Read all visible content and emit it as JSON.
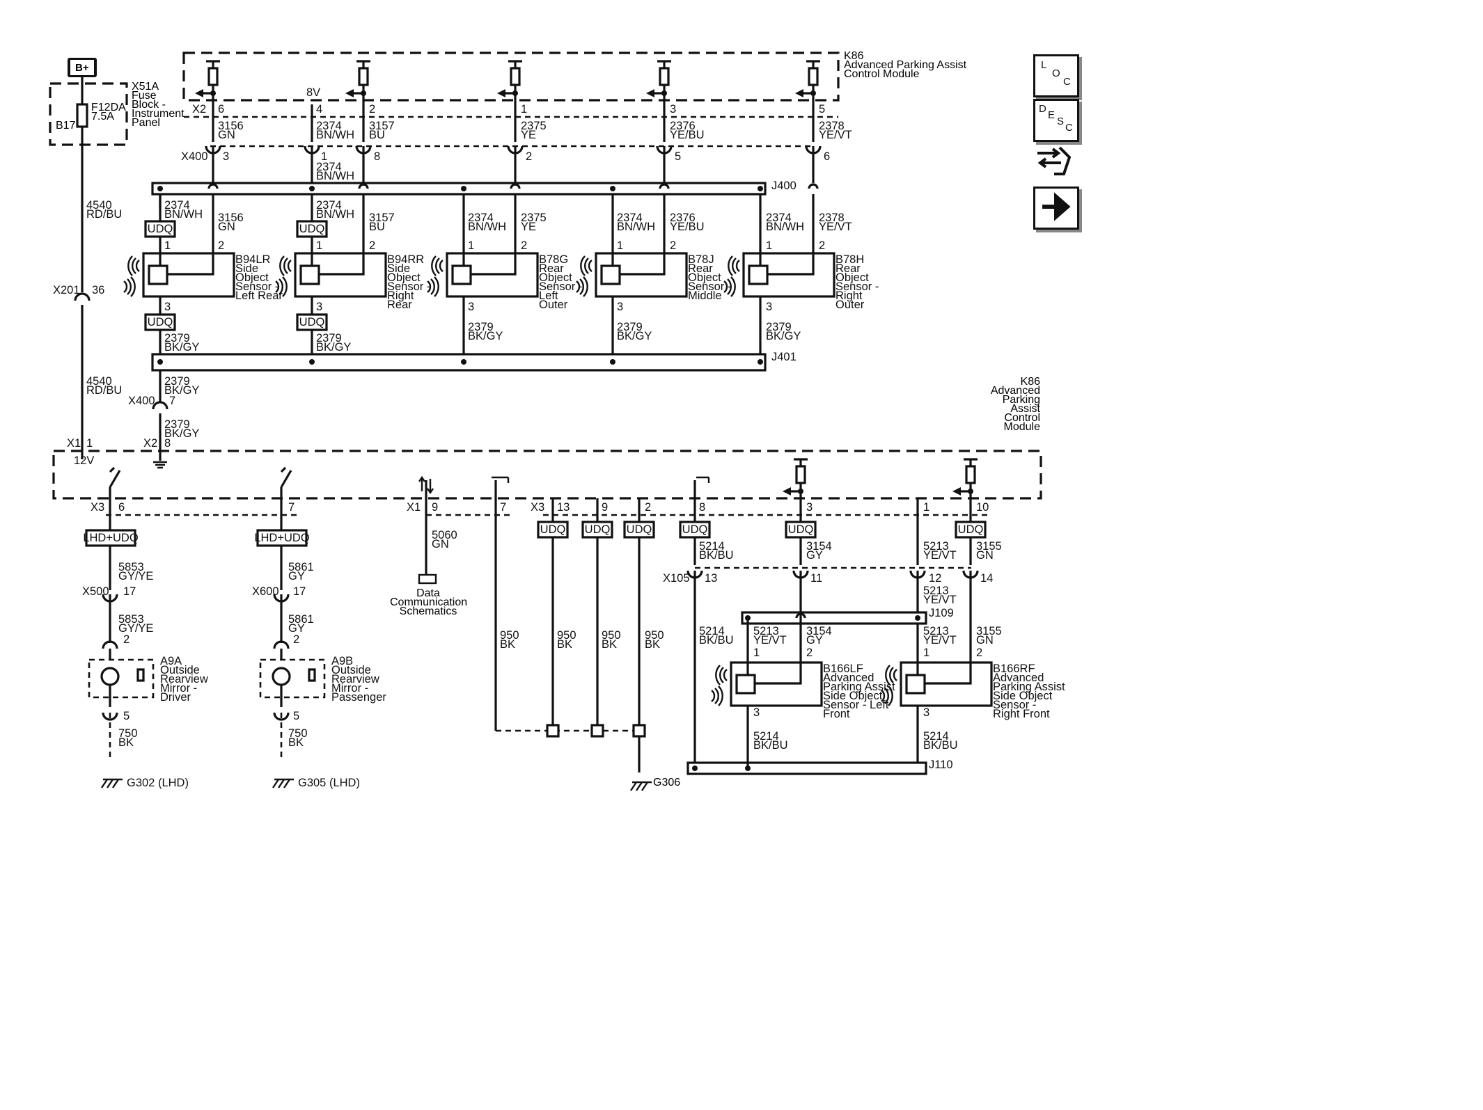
{
  "power": {
    "bplus": "B+",
    "fuse_block": "X51A\nFuse\nBlock -\nInstrument\nPanel",
    "fuse": "F12DA\n7.5A",
    "fuse_pin": "B17"
  },
  "k86_top": "K86\nAdvanced Parking Assist\nControl Module",
  "k86_bottom": "K86\nAdvanced\nParking\nAssist\nControl\nModule",
  "sensors_rear": [
    {
      "name": "B94LR\nSide\nObject\nSensor -\nLeft Rear"
    },
    {
      "name": "B94RR\nSide\nObject\nSensor -\nRight\nRear"
    },
    {
      "name": "B78G\nRear\nObject\nSensor -\nLeft\nOuter"
    },
    {
      "name": "B78J\nRear\nObject\nSensor -\nMiddle"
    },
    {
      "name": "B78H\nRear\nObject\nSensor -\nRight\nOuter"
    }
  ],
  "sensors_front": [
    {
      "name": "B166LF\nAdvanced\nParking Assist\nSide Object\nSensor - Left\nFront"
    },
    {
      "name": "B166RF\nAdvanced\nParking Assist\nSide Object\nSensor -\nRight Front"
    }
  ],
  "mirrors": [
    {
      "name": "A9A\nOutside\nRearview\nMirror -\nDriver",
      "ground": "G302  (LHD)"
    },
    {
      "name": "A9B\nOutside\nRearview\nMirror -\nPassenger",
      "ground": "G305  (LHD)"
    }
  ],
  "labels": {
    "udq": "UDQ",
    "lhd_udq": "LHD+UDQ",
    "v8": "8V",
    "v12": "12V",
    "j400": "J400",
    "j401": "J401",
    "j109": "J109",
    "j110": "J110",
    "g306": "G306",
    "data_comm": "Data\nCommunication\nSchematics"
  },
  "connectors": {
    "x2": "X2",
    "x400": "X400",
    "x201": "X201",
    "x1": "X1",
    "x3": "X3",
    "x500": "X500",
    "x600": "X600",
    "x105": "X105"
  },
  "nav": {
    "loc": "LOC",
    "desc": "DESC"
  },
  "texts": [
    [
      "X2",
      276,
      162
    ],
    [
      "6",
      313,
      162
    ],
    [
      "4",
      454,
      162
    ],
    [
      "2",
      530,
      162
    ],
    [
      "1",
      748,
      162
    ],
    [
      "3",
      962,
      162
    ],
    [
      "5",
      1176,
      162
    ],
    [
      "8V",
      440,
      138
    ],
    [
      "3156\nGN",
      313,
      186
    ],
    [
      "2374\nBN/WH",
      454,
      186
    ],
    [
      "3157\nBU",
      530,
      186
    ],
    [
      "2375\nYE",
      748,
      186
    ],
    [
      "2376\nYE/BU",
      962,
      186
    ],
    [
      "2378\nYE/VT",
      1176,
      186
    ],
    [
      "X400",
      260,
      230
    ],
    [
      "3",
      320,
      230
    ],
    [
      "1",
      461,
      230
    ],
    [
      "8",
      537,
      230
    ],
    [
      "2",
      755,
      230
    ],
    [
      "5",
      969,
      230
    ],
    [
      "6",
      1183,
      230
    ],
    [
      "2374\nBN/WH",
      454,
      245
    ],
    [
      "J400",
      1108,
      272
    ],
    [
      "2374\nBN/WH",
      236,
      300
    ],
    [
      "3156\nGN",
      313,
      318
    ],
    [
      "2374\nBN/WH",
      454,
      300
    ],
    [
      "3157\nBU",
      530,
      318
    ],
    [
      "2374\nBN/WH",
      672,
      318
    ],
    [
      "2375\nYE",
      748,
      318
    ],
    [
      "2374\nBN/WH",
      886,
      318
    ],
    [
      "2376\nYE/BU",
      962,
      318
    ],
    [
      "2374\nBN/WH",
      1100,
      318
    ],
    [
      "2378\nYE/VT",
      1176,
      318
    ],
    [
      "1",
      236,
      358
    ],
    [
      "2",
      313,
      358
    ],
    [
      "1",
      454,
      358
    ],
    [
      "2",
      530,
      358
    ],
    [
      "1",
      672,
      358
    ],
    [
      "2",
      748,
      358
    ],
    [
      "1",
      886,
      358
    ],
    [
      "2",
      962,
      358
    ],
    [
      "1",
      1100,
      358
    ],
    [
      "2",
      1176,
      358
    ],
    [
      "3",
      236,
      446
    ],
    [
      "3",
      454,
      446
    ],
    [
      "3",
      672,
      446
    ],
    [
      "3",
      886,
      446
    ],
    [
      "3",
      1100,
      446
    ],
    [
      "2379\nBK/GY",
      236,
      491
    ],
    [
      "2379\nBK/GY",
      454,
      491
    ],
    [
      "2379\nBK/GY",
      672,
      475
    ],
    [
      "2379\nBK/GY",
      886,
      475
    ],
    [
      "2379\nBK/GY",
      1100,
      475
    ],
    [
      "J401",
      1108,
      518
    ],
    [
      "4540\nRD/BU",
      124,
      300
    ],
    [
      "X201",
      76,
      422
    ],
    [
      "36",
      132,
      422
    ],
    [
      "4540\nRD/BU",
      124,
      553
    ],
    [
      "2379\nBK/GY",
      236,
      553
    ],
    [
      "X400",
      184,
      581
    ],
    [
      "7",
      243,
      581
    ],
    [
      "2379\nBK/GY",
      236,
      615
    ],
    [
      "X1",
      96,
      642
    ],
    [
      "1",
      124,
      642
    ],
    [
      "X2",
      206,
      642
    ],
    [
      "8",
      236,
      642
    ],
    [
      "12V",
      106,
      667
    ],
    [
      "X3",
      130,
      734
    ],
    [
      "6",
      170,
      734
    ],
    [
      "7",
      414,
      734
    ],
    [
      "X1",
      584,
      734
    ],
    [
      "9",
      620,
      734
    ],
    [
      "7",
      718,
      734
    ],
    [
      "X3",
      762,
      734
    ],
    [
      "13",
      800,
      734
    ],
    [
      "9",
      864,
      734
    ],
    [
      "2",
      926,
      734
    ],
    [
      "8",
      1004,
      734
    ],
    [
      "3",
      1158,
      734
    ],
    [
      "1",
      1326,
      734
    ],
    [
      "10",
      1402,
      734
    ],
    [
      "5853\nGY/YE",
      170,
      820
    ],
    [
      "X500",
      118,
      855
    ],
    [
      "17",
      177,
      855
    ],
    [
      "5853\nGY/YE",
      170,
      895
    ],
    [
      "2",
      177,
      924
    ],
    [
      "5861\nGY",
      414,
      820
    ],
    [
      "X600",
      362,
      855
    ],
    [
      "17",
      421,
      855
    ],
    [
      "5861\nGY",
      414,
      895
    ],
    [
      "2",
      421,
      924
    ],
    [
      "5",
      177,
      1034
    ],
    [
      "750\nBK",
      170,
      1059
    ],
    [
      "5",
      421,
      1034
    ],
    [
      "750\nBK",
      414,
      1059
    ],
    [
      "5060\nGN",
      620,
      774
    ],
    [
      "5214\nBK/BU",
      1004,
      790
    ],
    [
      "3154\nGY",
      1158,
      790
    ],
    [
      "5213\nYE/VT",
      1326,
      790
    ],
    [
      "3155\nGN",
      1402,
      790
    ],
    [
      "X105",
      952,
      836
    ],
    [
      "13",
      1012,
      836
    ],
    [
      "11",
      1164,
      836
    ],
    [
      "12",
      1334,
      836
    ],
    [
      "14",
      1408,
      836
    ],
    [
      "5213\nYE/VT",
      1326,
      854
    ],
    [
      "J109",
      1334,
      886
    ],
    [
      "950\nBK",
      718,
      918
    ],
    [
      "950\nBK",
      800,
      918
    ],
    [
      "950\nBK",
      864,
      918
    ],
    [
      "950\nBK",
      926,
      918
    ],
    [
      "5214\nBK/BU",
      1004,
      912
    ],
    [
      "5213\nYE/VT",
      1082,
      912
    ],
    [
      "3154\nGY",
      1158,
      912
    ],
    [
      "5213\nYE/VT",
      1326,
      912
    ],
    [
      "3155\nGN",
      1402,
      912
    ],
    [
      "1",
      1082,
      943
    ],
    [
      "2",
      1158,
      943
    ],
    [
      "1",
      1326,
      943
    ],
    [
      "2",
      1402,
      943
    ],
    [
      "3",
      1082,
      1029
    ],
    [
      "3",
      1326,
      1029
    ],
    [
      "5214\nBK/BU",
      1082,
      1063
    ],
    [
      "5214\nBK/BU",
      1326,
      1063
    ],
    [
      "J110",
      1334,
      1104
    ]
  ]
}
